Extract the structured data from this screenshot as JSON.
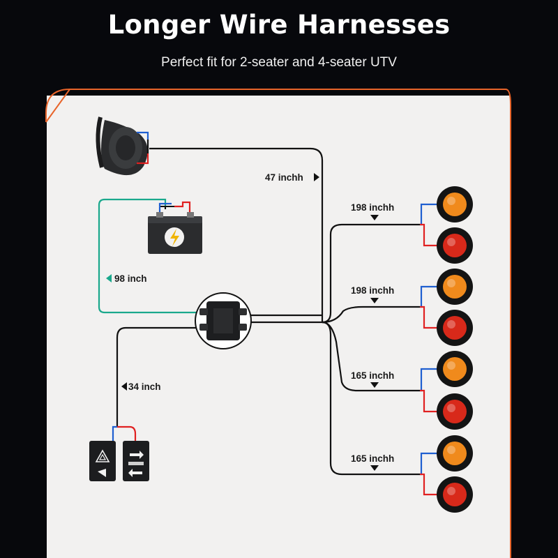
{
  "header": {
    "title": "Longer Wire Harnesses",
    "subtitle": "Perfect fit for 2-seater and 4-seater UTV"
  },
  "colors": {
    "background": "#07080c",
    "panel": "#f2f1f0",
    "accent_border": "#e8642a",
    "wire": "#111111",
    "wire_red": "#e02020",
    "wire_blue": "#1f5fd0",
    "wire_teal": "#1aa88c",
    "amber_light": "#f08a1c",
    "red_light": "#d8291a"
  },
  "labels": {
    "horn_wire": "47 inchh",
    "battery_wire": "98 inch",
    "switch_wire": "34 inch",
    "light_group_1": "198 inchh",
    "light_group_2": "198 inchh",
    "light_group_3": "165 inchh",
    "light_group_4": "165 inchh"
  },
  "components": {
    "horn": "horn-icon",
    "battery": "battery-icon",
    "junction_box": "junction-box-icon",
    "switches": [
      "hazard-switch-icon",
      "turn-signal-switch-icon"
    ],
    "lights": [
      "amber",
      "red",
      "amber",
      "red",
      "amber",
      "red",
      "amber",
      "red"
    ]
  }
}
